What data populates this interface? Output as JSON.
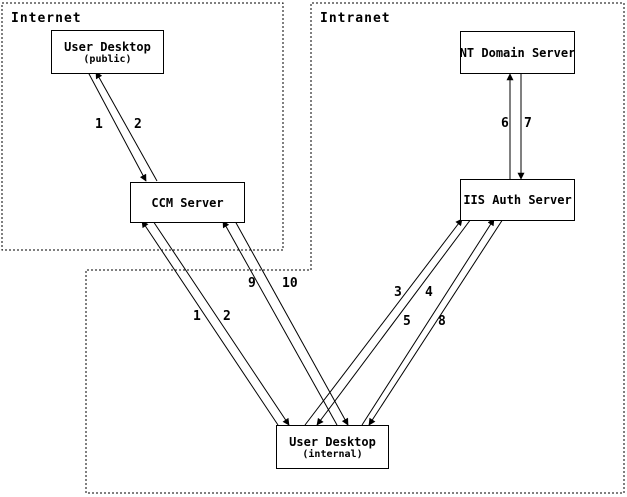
{
  "zones": {
    "internet": {
      "label": "Internet"
    },
    "intranet": {
      "label": "Intranet"
    }
  },
  "nodes": {
    "user_desktop_public": {
      "title": "User Desktop",
      "subtitle": "(public)"
    },
    "ccm_server": {
      "title": "CCM Server"
    },
    "nt_domain_server": {
      "title": "NT Domain Server"
    },
    "iis_auth_server": {
      "title": "IIS Auth Server"
    },
    "user_desktop_internal": {
      "title": "User Desktop",
      "subtitle": "(internal)"
    }
  },
  "steps": {
    "public_1": "1",
    "public_2": "2",
    "internal_1": "1",
    "internal_2": "2",
    "s3": "3",
    "s4": "4",
    "s5": "5",
    "s6": "6",
    "s7": "7",
    "s8": "8",
    "s9": "9",
    "s10": "10"
  },
  "colors": {
    "line": "#000000",
    "background": "#ffffff",
    "text": "#000000"
  }
}
